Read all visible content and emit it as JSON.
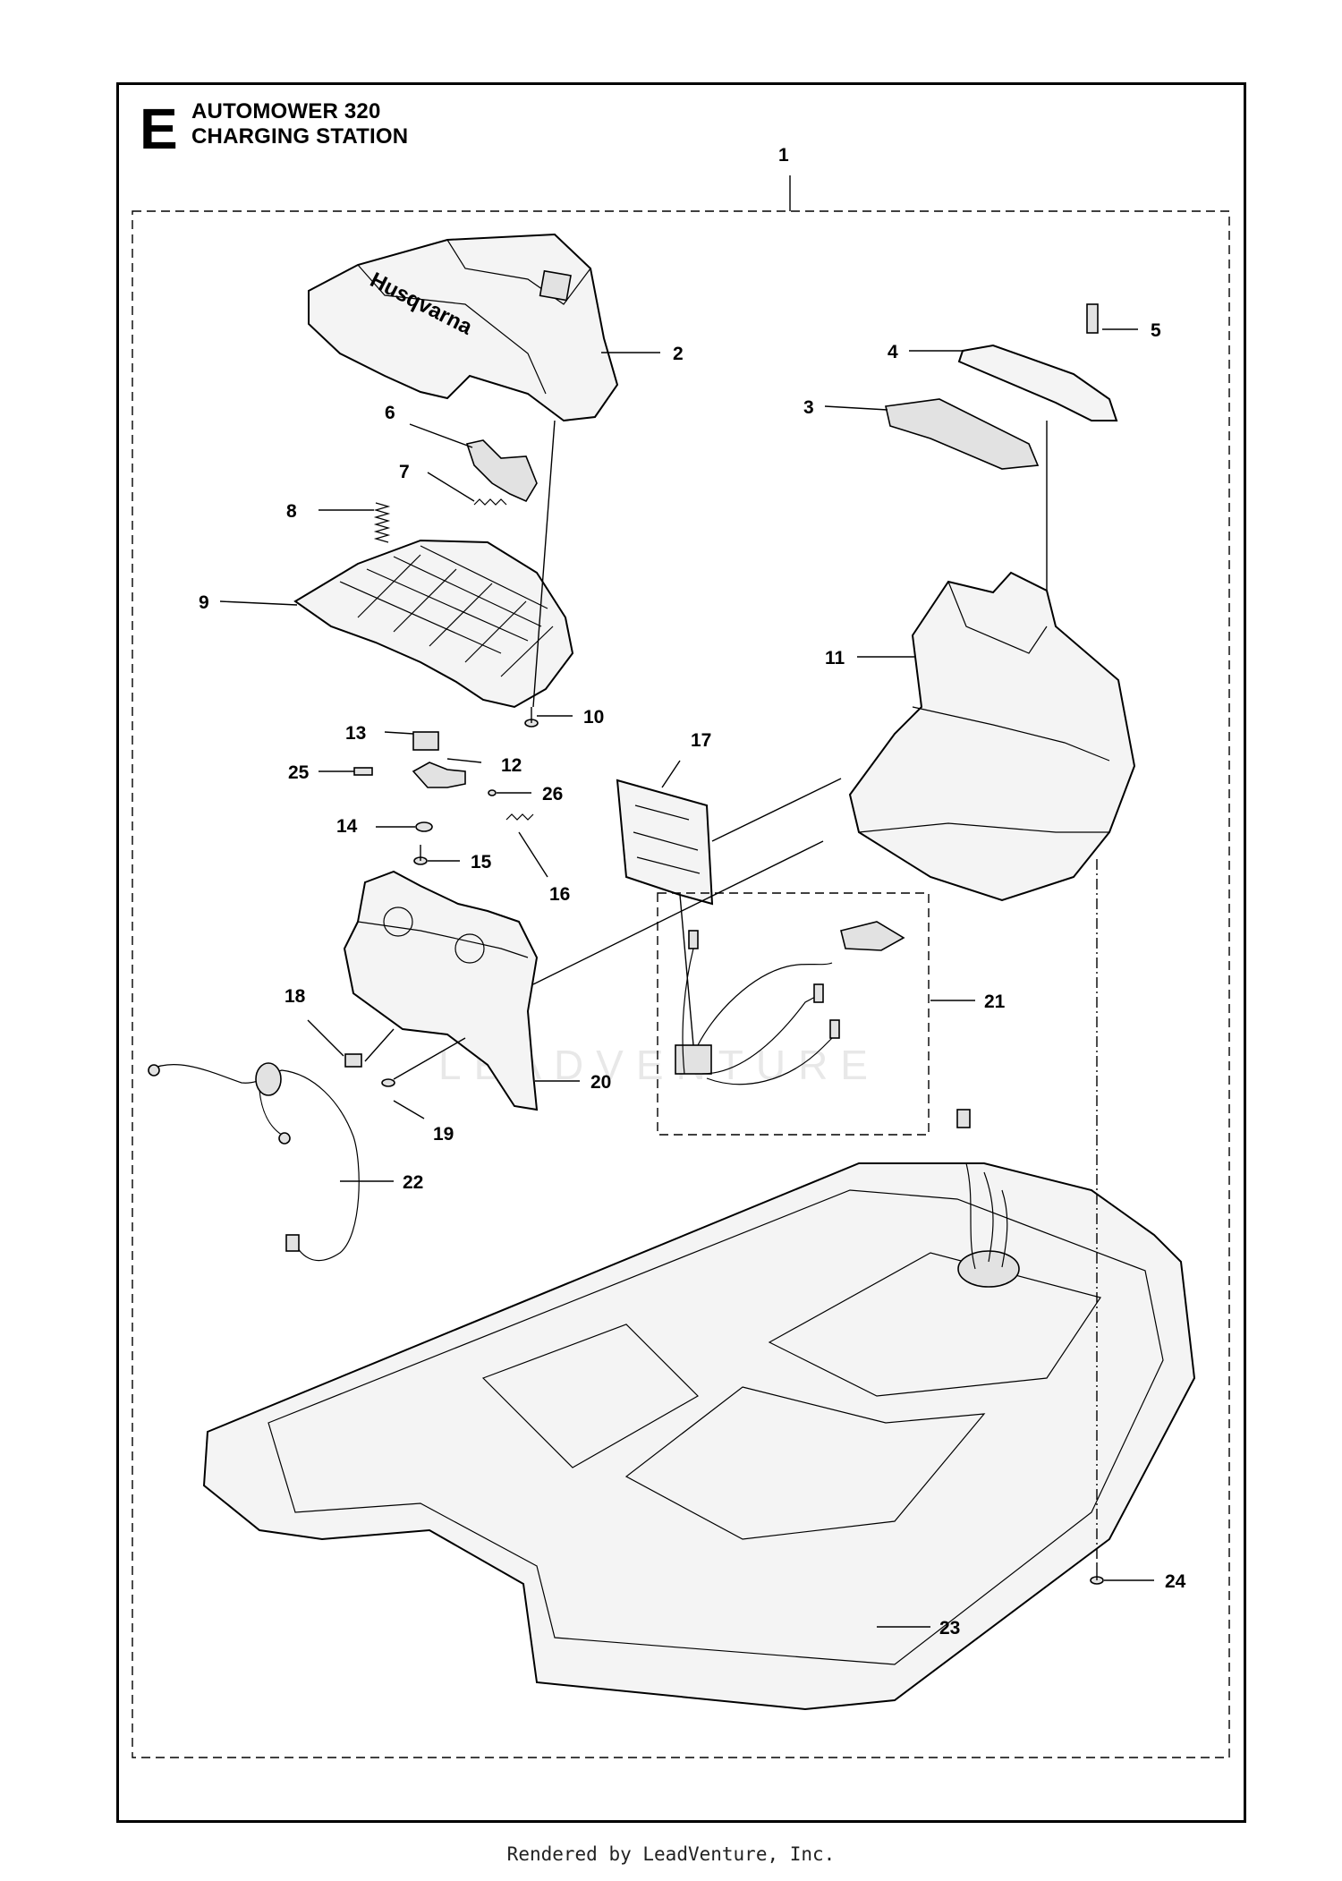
{
  "header": {
    "section_letter": "E",
    "title_line_1": "AUTOMOWER 320",
    "title_line_2": "CHARGING STATION"
  },
  "watermark": "LEADVENTURE",
  "callouts": [
    {
      "id": "1",
      "label": "1"
    },
    {
      "id": "2",
      "label": "2"
    },
    {
      "id": "3",
      "label": "3"
    },
    {
      "id": "4",
      "label": "4"
    },
    {
      "id": "5",
      "label": "5"
    },
    {
      "id": "6",
      "label": "6"
    },
    {
      "id": "7",
      "label": "7"
    },
    {
      "id": "8",
      "label": "8"
    },
    {
      "id": "9",
      "label": "9"
    },
    {
      "id": "10",
      "label": "10"
    },
    {
      "id": "11",
      "label": "11"
    },
    {
      "id": "12",
      "label": "12"
    },
    {
      "id": "13",
      "label": "13"
    },
    {
      "id": "14",
      "label": "14"
    },
    {
      "id": "15",
      "label": "15"
    },
    {
      "id": "16",
      "label": "16"
    },
    {
      "id": "17",
      "label": "17"
    },
    {
      "id": "18",
      "label": "18"
    },
    {
      "id": "19",
      "label": "19"
    },
    {
      "id": "20",
      "label": "20"
    },
    {
      "id": "21",
      "label": "21"
    },
    {
      "id": "22",
      "label": "22"
    },
    {
      "id": "23",
      "label": "23"
    },
    {
      "id": "24",
      "label": "24"
    },
    {
      "id": "25",
      "label": "25"
    },
    {
      "id": "26",
      "label": "26"
    }
  ],
  "cover_brand_text": "Husqvarna",
  "footer": "Rendered by LeadVenture, Inc."
}
